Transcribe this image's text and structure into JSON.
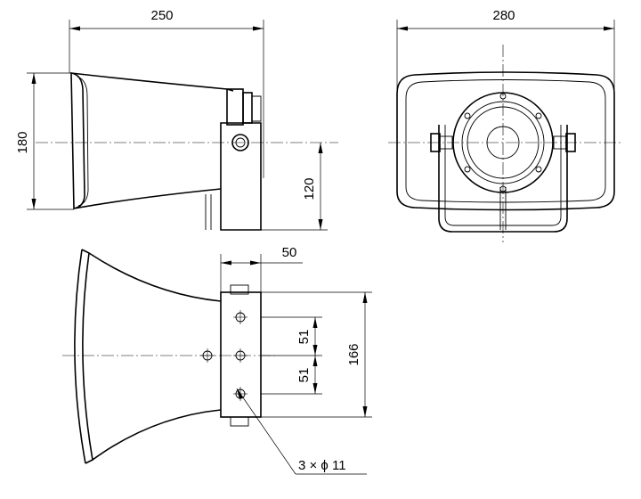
{
  "dimensions": {
    "side_width": "250",
    "side_height": "180",
    "bracket_height": "120",
    "front_width": "280",
    "bracket_depth": "50",
    "hole_pitch_1": "51",
    "hole_pitch_2": "51",
    "bracket_length": "166",
    "hole_callout": "3 × ϕ 11"
  }
}
